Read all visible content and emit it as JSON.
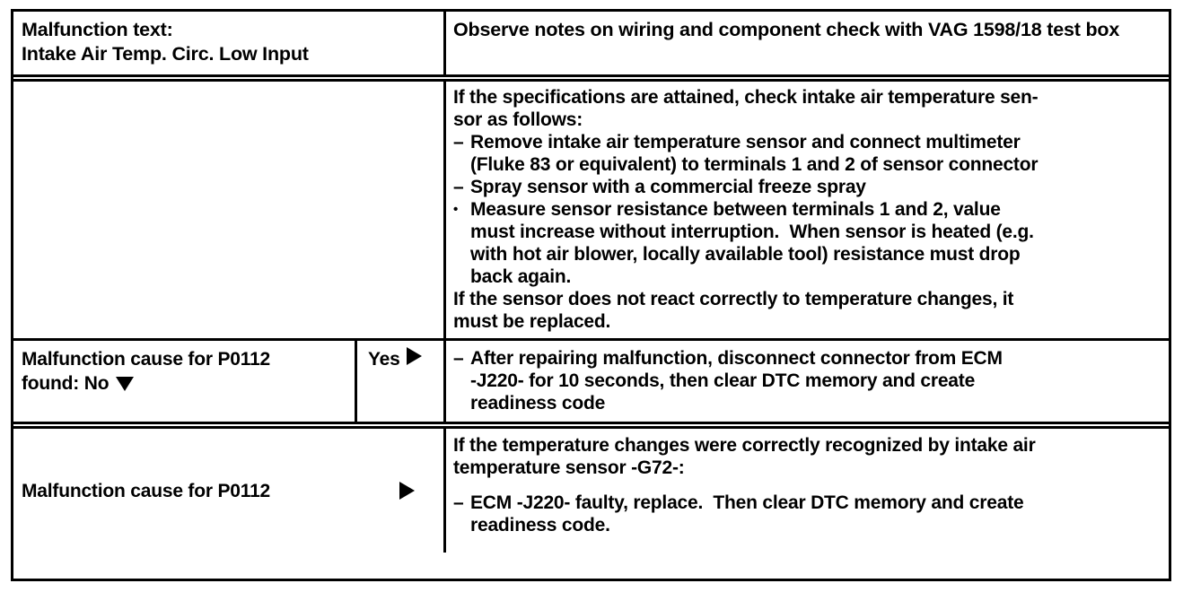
{
  "document": {
    "type": "diagnostic-flow-table",
    "dtc_code": "P0112"
  },
  "table": {
    "header": {
      "left_line1": "Malfunction text:",
      "left_line2": "Intake Air Temp. Circ. Low Input",
      "right_text": "Observe notes on wiring and component check with VAG 1598/18 test box"
    },
    "rows": [
      {
        "id": "test-procedure",
        "left": "",
        "right_intro": "If the specifications are attained, check intake air temperature sen-\nsor as follows:",
        "right_items": [
          {
            "marker": "–",
            "marker_type": "dash",
            "text": "Remove intake air temperature sensor and connect multimeter\n(Fluke 83 or equivalent) to terminals 1 and 2 of sensor connector"
          },
          {
            "marker": "–",
            "marker_type": "dash",
            "text": "Spray sensor with a commercial freeze spray"
          },
          {
            "marker": "•",
            "marker_type": "bullet",
            "text": "Measure sensor resistance between terminals 1 and 2, value\nmust increase without interruption.  When sensor is heated (e.g.\nwith hot air blower, locally available tool) resistance must drop\nback again."
          }
        ],
        "right_outro": "If the sensor does not react correctly to temperature changes, it\nmust be replaced."
      },
      {
        "id": "cause-found-no",
        "left_line1": "Malfunction cause for P0112",
        "left_line2": "found: No",
        "left_arrow": "down-triangle",
        "answer_label": "Yes",
        "answer_arrow": "right-triangle",
        "right_items": [
          {
            "marker": "–",
            "marker_type": "dash",
            "text": "After repairing malfunction, disconnect connector from ECM\n-J220- for 10 seconds, then clear DTC memory and create\nreadiness code"
          }
        ]
      },
      {
        "id": "cause-found-final",
        "left_label": "Malfunction cause for P0112",
        "left_arrow": "right-triangle",
        "right_intro": "If the temperature changes were correctly recognized by intake air\ntemperature sensor -G72-:",
        "right_items": [
          {
            "marker": "–",
            "marker_type": "dash",
            "text": "ECM -J220- faulty, replace.  Then clear DTC memory and create\nreadiness code."
          }
        ]
      }
    ]
  },
  "colors": {
    "ink": "#000000",
    "paper": "#ffffff"
  }
}
